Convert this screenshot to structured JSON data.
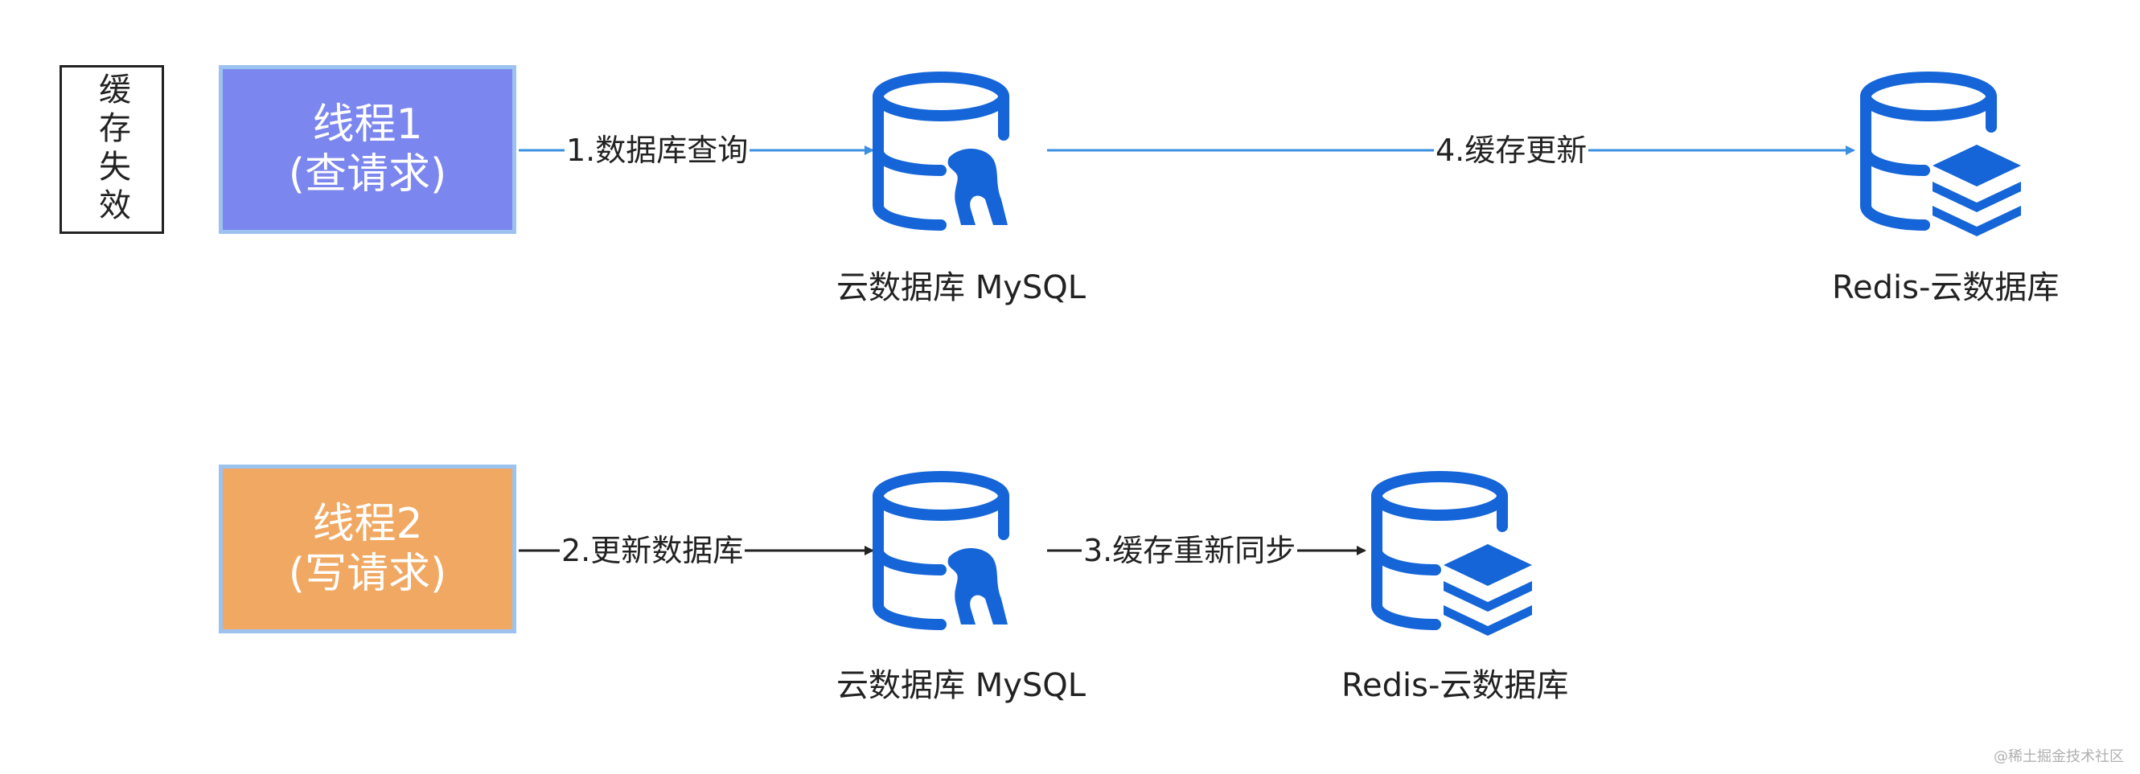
{
  "side_label": "缓存失效",
  "thread1": {
    "line1": "线程1",
    "line2": "(查请求)"
  },
  "thread2": {
    "line1": "线程2",
    "line2": "(写请求)"
  },
  "nodes": {
    "mysql_top_caption": "云数据库 MySQL",
    "redis_top_caption": "Redis-云数据库",
    "mysql_bottom_caption": "云数据库 MySQL",
    "redis_bottom_caption": "Redis-云数据库"
  },
  "edges": {
    "e1": "1.数据库查询",
    "e4": "4.缓存更新",
    "e2": "2.更新数据库",
    "e3": "3.缓存重新同步"
  },
  "colors": {
    "thread1_fill": "#7b86ee",
    "thread2_fill": "#f0a862",
    "icon_blue": "#1565d8",
    "arrow_blue": "#3a8fe0",
    "arrow_dark": "#222222"
  },
  "watermark": "@稀土掘金技术社区"
}
